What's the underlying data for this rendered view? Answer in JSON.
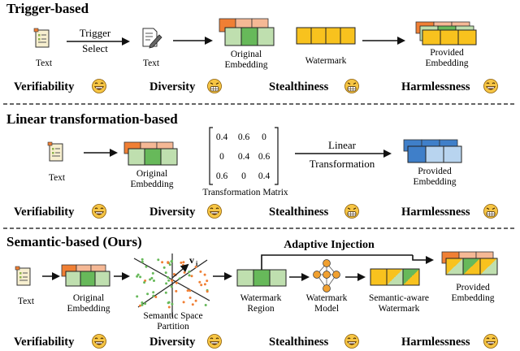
{
  "colors": {
    "orange": "#F07F34",
    "salmon": "#F5B895",
    "green_light": "#BFDFAF",
    "green_dark": "#67B95A",
    "yellow": "#F8C21E",
    "blue_dark": "#3F7FC9",
    "blue_light": "#B8D4EF",
    "emoji_face": "#F6C544"
  },
  "sections": {
    "trigger": {
      "title": "Trigger-based",
      "text1": "Text",
      "arrow_label_1": "Trigger",
      "arrow_label_2": "Select",
      "text2": "Text",
      "orig_1": "Original",
      "orig_2": "Embedding",
      "watermark": "Watermark",
      "prov_1": "Provided",
      "prov_2": "Embedding",
      "props": [
        "Verifiability",
        "Diversity",
        "Stealthiness",
        "Harmlessness"
      ]
    },
    "linear": {
      "title": "Linear transformation-based",
      "text": "Text",
      "orig_1": "Original",
      "orig_2": "Embedding",
      "matrix_row_1": [
        "0.4",
        "0.6",
        "0"
      ],
      "matrix_row_2": [
        "0",
        "0.4",
        "0.6"
      ],
      "matrix_row_3": [
        "0.6",
        "0",
        "0.4"
      ],
      "matrix_caption": "Transformation Matrix",
      "arrow_label_1": "Linear",
      "arrow_label_2": "Transformation",
      "prov_1": "Provided",
      "prov_2": "Embedding",
      "props": [
        "Verifiability",
        "Diversity",
        "Stealthiness",
        "Harmlessness"
      ]
    },
    "semantic": {
      "title": "Semantic-based (Ours)",
      "text": "Text",
      "orig_1": "Original",
      "orig_2": "Embedding",
      "vector_label": "v",
      "vector_sub": "i",
      "partition_1": "Semantic Space",
      "partition_2": "Partition",
      "adaptive": "Adaptive Injection",
      "region_1": "Watermark",
      "region_2": "Region",
      "model_1": "Watermark",
      "model_2": "Model",
      "sem_1": "Semantic-aware",
      "sem_2": "Watermark",
      "prov_1": "Provided",
      "prov_2": "Embedding",
      "props": [
        "Verifiability",
        "Diversity",
        "Stealthiness",
        "Harmlessness"
      ]
    }
  }
}
